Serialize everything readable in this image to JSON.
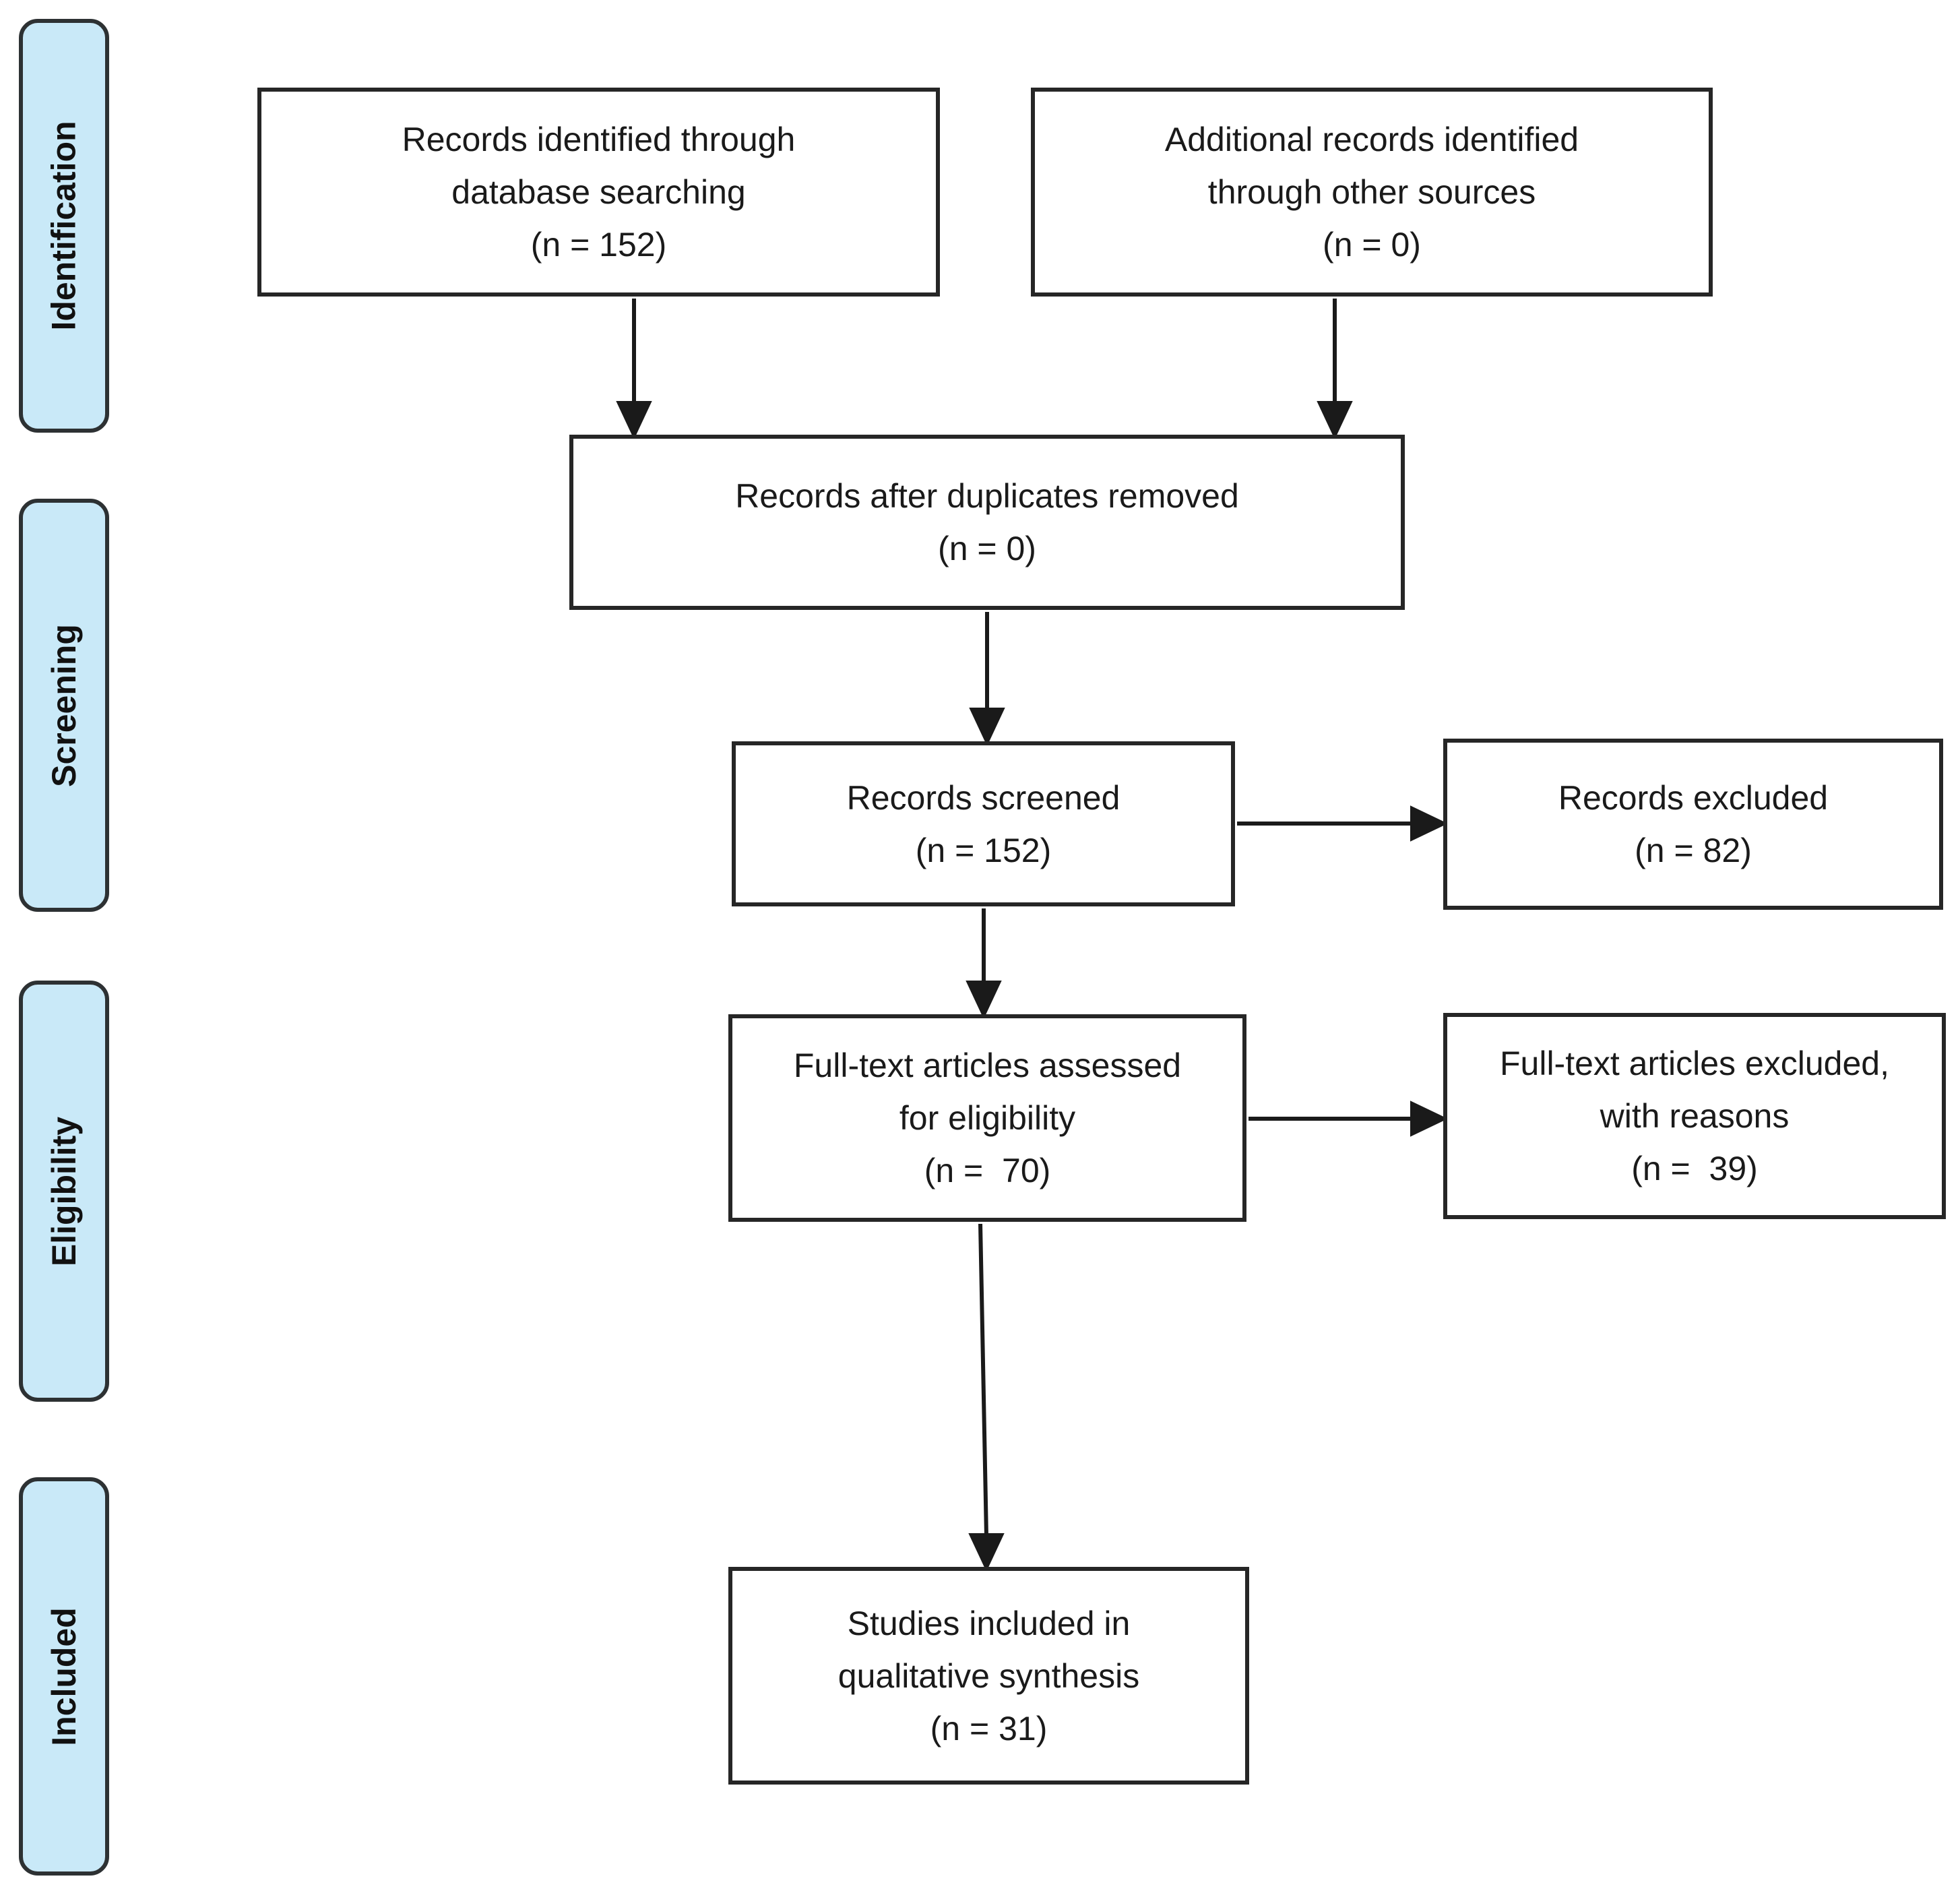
{
  "stages": [
    {
      "label": "Identification"
    },
    {
      "label": "Screening"
    },
    {
      "label": "Eligibility"
    },
    {
      "label": "Included"
    }
  ],
  "boxes": {
    "records_identified": {
      "lines": [
        "Records identified through",
        "database searching",
        "(n = 152)"
      ]
    },
    "additional_records": {
      "lines": [
        "Additional records identified",
        "through other sources",
        "(n = 0)"
      ]
    },
    "duplicates_removed": {
      "lines": [
        "Records after duplicates removed",
        "(n = 0)"
      ]
    },
    "records_screened": {
      "lines": [
        "Records screened",
        "(n = 152)"
      ]
    },
    "records_excluded": {
      "lines": [
        "Records excluded",
        "(n = 82)"
      ]
    },
    "fulltext_assessed": {
      "lines": [
        "Full-text articles assessed",
        "for eligibility",
        "(n =  70)"
      ]
    },
    "fulltext_excluded": {
      "lines": [
        "Full-text articles excluded,",
        "with reasons",
        "(n =  39)"
      ]
    },
    "studies_included": {
      "lines": [
        "Studies included in",
        "qualitative synthesis",
        "(n = 31)"
      ]
    }
  },
  "colors": {
    "background": "#ffffff",
    "stage_fill": "#c9e9f8",
    "stage_border": "#2d3133",
    "box_fill": "#ffffff",
    "box_border": "#262626",
    "arrow": "#1a1a1a",
    "text": "#1a1a1a"
  }
}
